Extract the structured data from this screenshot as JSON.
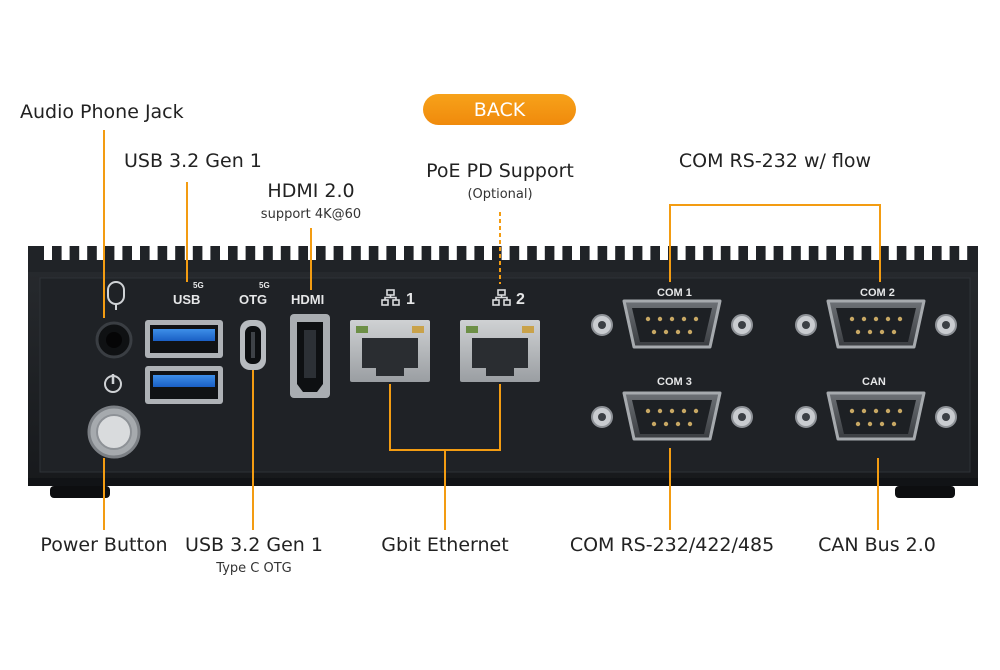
{
  "header": {
    "view_label": "BACK"
  },
  "callouts": {
    "audio_jack": "Audio Phone Jack",
    "usb_top": "USB 3.2 Gen 1",
    "hdmi": "HDMI 2.0",
    "hdmi_sub": "support 4K@60",
    "poe": "PoE PD Support",
    "poe_sub": "(Optional)",
    "com_flow": "COM RS-232 w/ flow",
    "power": "Power Button",
    "usb_c": "USB 3.2 Gen 1",
    "usb_c_sub": "Type C OTG",
    "ethernet": "Gbit Ethernet",
    "com_485": "COM RS-232/422/485",
    "can": "CAN Bus 2.0"
  },
  "panel_markings": {
    "usb_speed": "5G",
    "usb": "USB",
    "otg_speed": "5G",
    "otg": "OTG",
    "hdmi": "HDMI",
    "lan1": "1",
    "lan2": "2",
    "com1": "COM 1",
    "com2": "COM 2",
    "com3": "COM 3",
    "can": "CAN"
  },
  "colors": {
    "accent": "#f39c12",
    "chassis": "#1c1e21",
    "text": "#222222"
  }
}
